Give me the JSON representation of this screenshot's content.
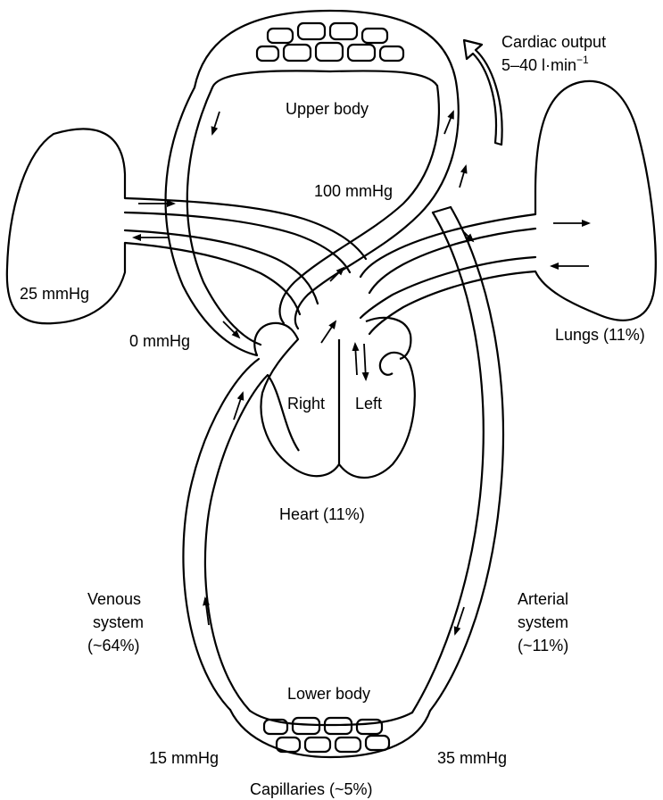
{
  "labels": {
    "cardiac_output_title": "Cardiac output",
    "cardiac_output_value": "5–40 l·min",
    "cardiac_output_exp": "−1",
    "upper_body": "Upper body",
    "pressure_100": "100 mmHg",
    "pressure_25": "25 mmHg",
    "pressure_0": "0 mmHg",
    "lungs": "Lungs (11%)",
    "right": "Right",
    "left": "Left",
    "heart": "Heart (11%)",
    "venous_1": "Venous",
    "venous_2": "system",
    "venous_3": "(~64%)",
    "arterial_1": "Arterial",
    "arterial_2": "system",
    "arterial_3": "(~11%)",
    "lower_body": "Lower body",
    "pressure_15": "15 mmHg",
    "pressure_35": "35 mmHg",
    "capillaries": "Capillaries (~5%)"
  }
}
